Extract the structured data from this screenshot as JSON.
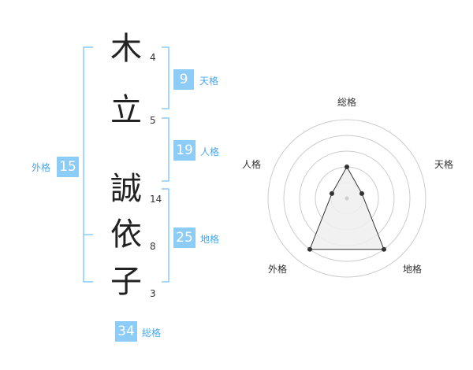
{
  "name": {
    "characters": [
      {
        "char": "木",
        "strokes": "4"
      },
      {
        "char": "立",
        "strokes": "5"
      },
      {
        "char": "誠",
        "strokes": "14"
      },
      {
        "char": "依",
        "strokes": "8"
      },
      {
        "char": "子",
        "strokes": "3"
      }
    ]
  },
  "fortune": {
    "tenkaku": {
      "value": "9",
      "label": "天格"
    },
    "jinkaku": {
      "value": "19",
      "label": "人格"
    },
    "chikaku": {
      "value": "25",
      "label": "地格"
    },
    "gaikaku": {
      "value": "15",
      "label": "外格"
    },
    "soukaku": {
      "value": "34",
      "label": "総格"
    }
  },
  "radar": {
    "axes": [
      "総格",
      "天格",
      "地格",
      "外格",
      "人格"
    ],
    "scores": [
      2,
      1,
      4,
      4,
      1
    ],
    "max": 5,
    "colors": {
      "grid": "#cccccc",
      "fill": "#eeeeee",
      "line": "#333333",
      "center": "#cccccc"
    }
  },
  "colors": {
    "accent": "#8cccf7",
    "label": "#4aa8e8"
  }
}
